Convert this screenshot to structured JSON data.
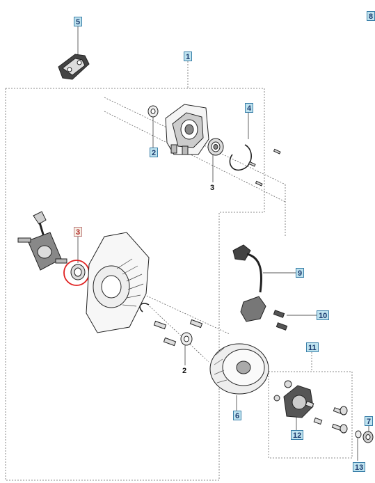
{
  "callouts": {
    "c1": "1",
    "c2a": "2",
    "c2b": "2",
    "c3a": "3",
    "c3b": "3",
    "c4": "4",
    "c5": "5",
    "c6": "6",
    "c7": "7",
    "c8": "8",
    "c9": "9",
    "c10": "10",
    "c11": "11",
    "c12": "12",
    "c13": "13"
  },
  "colors": {
    "highlight": "#e02020",
    "line": "#222222",
    "dash": "#555555"
  }
}
